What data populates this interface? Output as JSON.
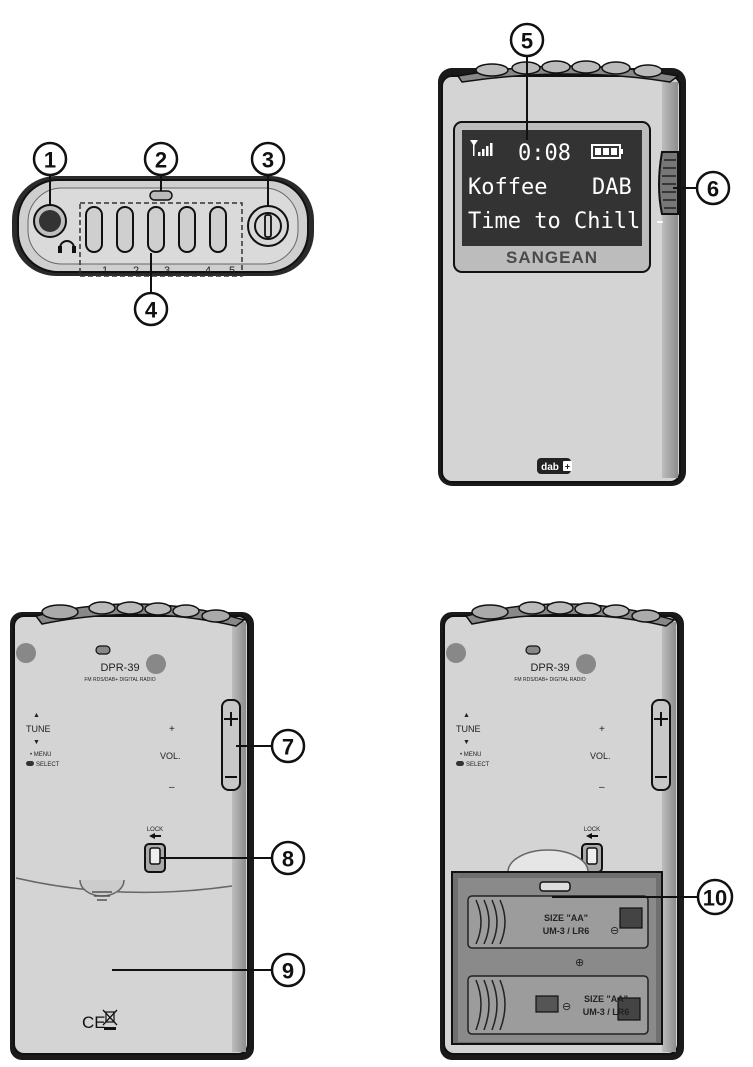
{
  "callouts": [
    "1",
    "2",
    "3",
    "4",
    "5",
    "6",
    "7",
    "8",
    "9",
    "10"
  ],
  "top_view": {
    "preset_labels": [
      "1",
      "2",
      "3",
      "4",
      "5"
    ]
  },
  "display": {
    "time": "0:08",
    "line1_left": "Koffee",
    "line1_right": "DAB",
    "line2": "Time to Chill -",
    "brand": "SANGEAN"
  },
  "dab_logo": "dab",
  "back_label": {
    "model": "DPR-39",
    "subtitle": "FM RDS/DAB+ DIGITAL RADIO",
    "tune": "TUNE",
    "menu": "• MENU",
    "select": "SELECT",
    "vol": "VOL.",
    "plus": "+",
    "minus": "–",
    "lock": "LOCK"
  },
  "battery_labels": {
    "size_top": "SIZE \"AA\"",
    "um_top": "UM-3 / LR6",
    "size_bottom": "SIZE \"AA\"",
    "um_bottom": "UM-3 / LR6"
  },
  "marks": {
    "ce": "CE"
  },
  "colors": {
    "body": "#d4d4d4",
    "body_dark": "#9a9a9a",
    "outline": "#1a1a1a",
    "lcd_bg": "#333333"
  }
}
